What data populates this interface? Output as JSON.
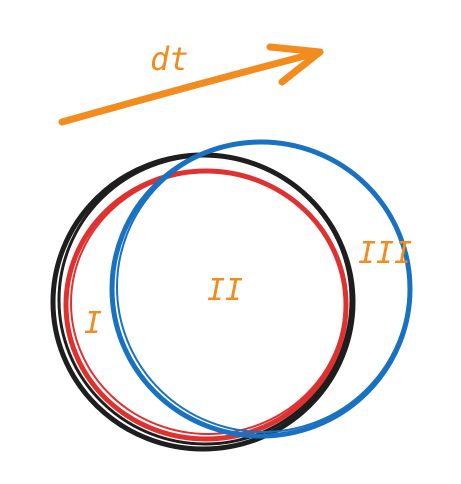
{
  "colors": {
    "background": "#ffffff",
    "accent": "#f28c1e",
    "circle_black": "#1e1e1e",
    "circle_red": "#e03131",
    "circle_blue": "#1971c2"
  },
  "arrow": {
    "label": "dt"
  },
  "regions": {
    "left": "I",
    "middle": "II",
    "right": "III"
  }
}
